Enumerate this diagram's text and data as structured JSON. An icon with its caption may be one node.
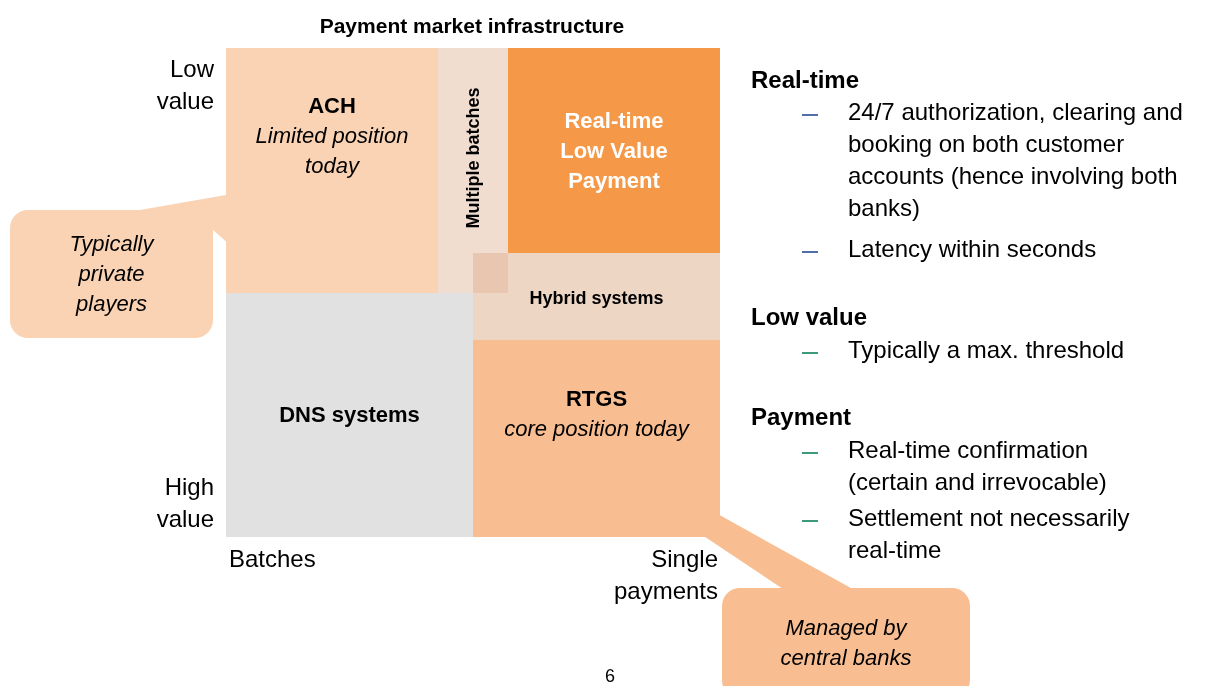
{
  "diagram": {
    "title": "Payment market infrastructure",
    "nodes": [
      {
        "text": [
          "ACH",
          "Limited position today"
        ]
      },
      {
        "text": [
          "Multiple batches"
        ]
      },
      {
        "text": [
          "Real-time Low Value Payment"
        ]
      },
      {
        "text": [
          "Hybrid systems"
        ]
      },
      {
        "text": [
          "DNS systems"
        ]
      },
      {
        "text": [
          "RTGS",
          "core position today"
        ]
      },
      {
        "text": [
          "Typically private players"
        ]
      },
      {
        "text": [
          "Managed by central banks"
        ]
      }
    ],
    "edges": [
      {
        "from": 6,
        "to": 0,
        "arrow": "none"
      },
      {
        "from": 7,
        "to": 5,
        "arrow": "none"
      }
    ],
    "labels": [
      "Low value",
      "High value",
      "Batches",
      "Single payments",
      "Real-time",
      "24/7 authorization, clearing and booking on both customer accounts (hence involving both banks)",
      "Latency within seconds",
      "Low value",
      "Typically a max. threshold",
      "Payment",
      "Real-time confirmation (certain and irrevocable)",
      "Settlement not necessarily real-time",
      "6"
    ]
  }
}
